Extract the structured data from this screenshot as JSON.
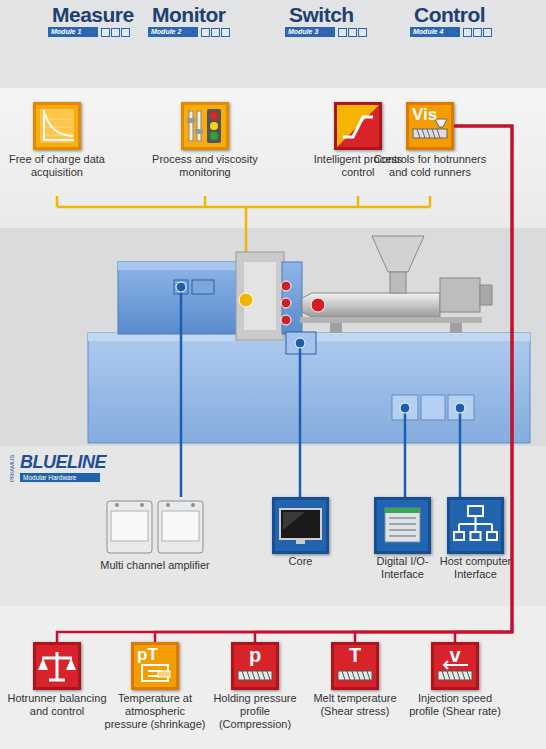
{
  "diagram": {
    "nodes": [
      {
        "text": [
          "Measure",
          "Module 1"
        ]
      },
      {
        "text": [
          "Monitor",
          "Module 2"
        ]
      },
      {
        "text": [
          "Switch",
          "Module 3"
        ]
      },
      {
        "text": [
          "Control",
          "Module 4"
        ]
      },
      {
        "text": [
          "Free of charge data acquisition"
        ]
      },
      {
        "text": [
          "Process and viscosity monitoring"
        ]
      },
      {
        "text": [
          "Intelligent process control"
        ]
      },
      {
        "text": [
          "Vis",
          "Controls for hotrunners and cold runners"
        ]
      },
      {
        "text": [
          "Multi channel amplifier"
        ]
      },
      {
        "text": [
          "Core"
        ]
      },
      {
        "text": [
          "Digital I/O-Interface"
        ]
      },
      {
        "text": [
          "Host computer Interface"
        ]
      },
      {
        "text": [
          "Hotrunner balancing and control"
        ]
      },
      {
        "text": [
          "pT",
          "Temperature at atmospheric pressure (shrinkage)"
        ]
      },
      {
        "text": [
          "p",
          "Holding pressure profile (Compression)"
        ]
      },
      {
        "text": [
          "T",
          "Melt temperature (Shear stress)"
        ]
      },
      {
        "text": [
          "v",
          "Injection speed profile (Shear rate)"
        ]
      }
    ],
    "edges": [
      {
        "from": 7,
        "to": 12,
        "arrow": "none"
      },
      {
        "from": 7,
        "to": 13,
        "arrow": "none"
      },
      {
        "from": 7,
        "to": 14,
        "arrow": "none"
      },
      {
        "from": 7,
        "to": 15,
        "arrow": "none"
      },
      {
        "from": 7,
        "to": 16,
        "arrow": "none"
      }
    ],
    "labels": [
      "PRIAMUS",
      "BLUELINE",
      "Modular Hardware"
    ]
  }
}
